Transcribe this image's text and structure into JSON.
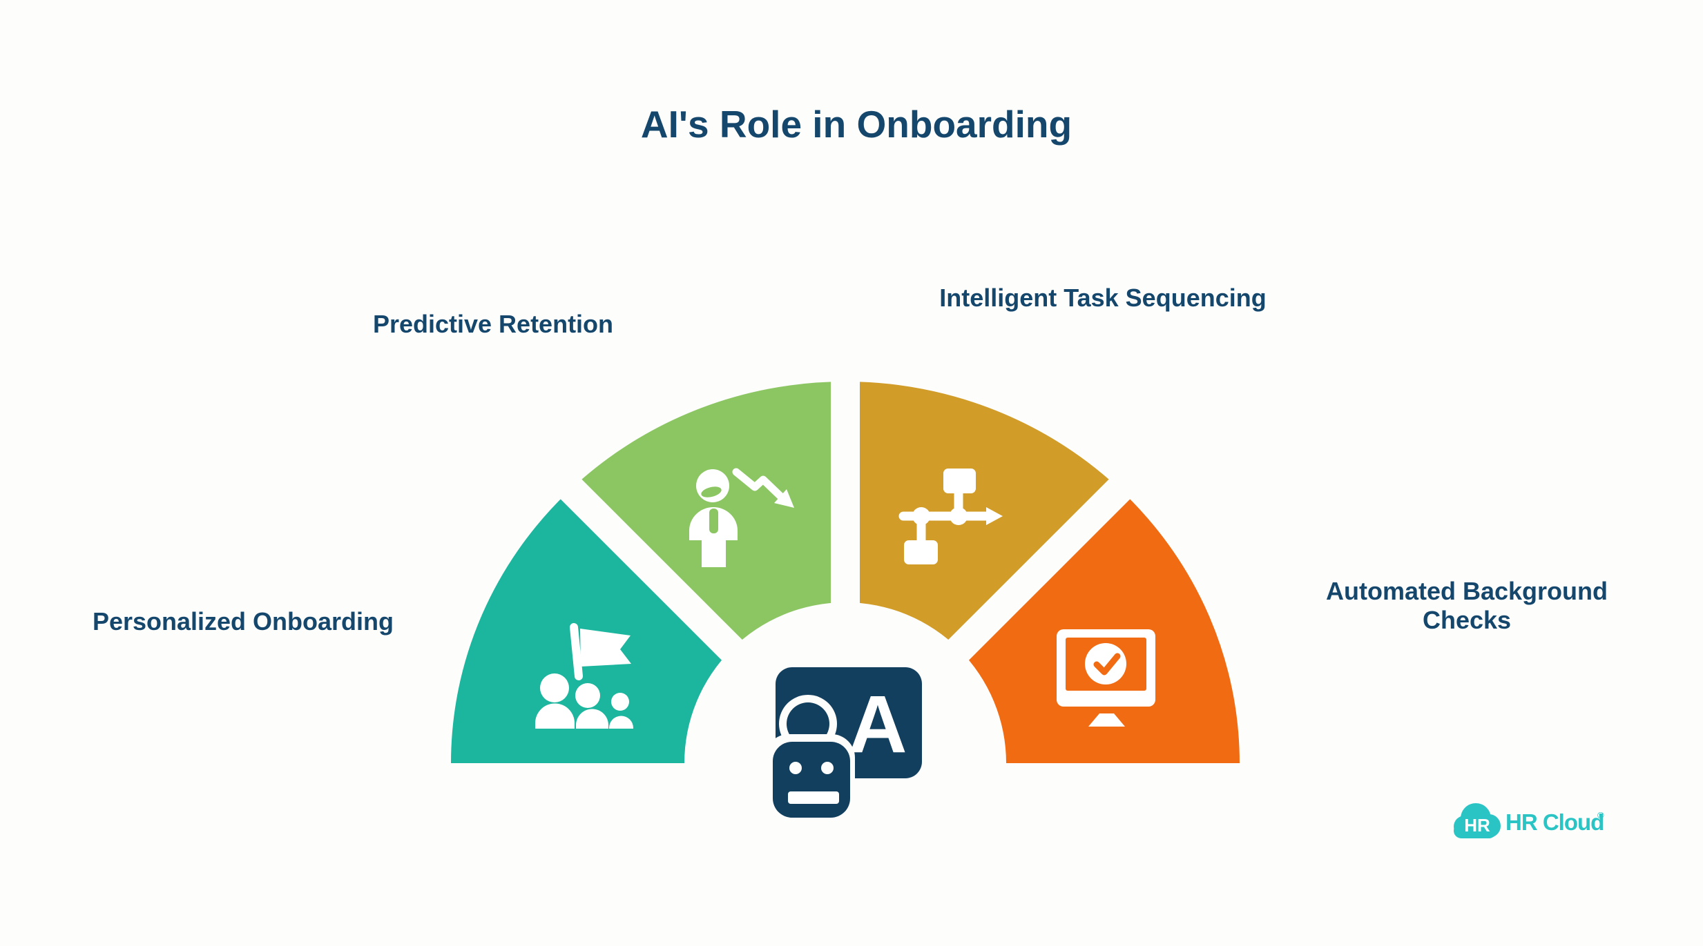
{
  "title": "AI's Role in Onboarding",
  "colors": {
    "background": "#FDFDFC",
    "text_navy": "#15466B",
    "icon_navy": "#123F5E"
  },
  "chart": {
    "type": "semicircular-fan-diagram",
    "center_icon": "ai-robot-chat-icon",
    "center_icon_letter": "A",
    "segments": [
      {
        "label": "Personalized Onboarding",
        "color": "#1CB59E",
        "icon": "team-flag-icon"
      },
      {
        "label": "Predictive Retention",
        "color": "#8CC663",
        "icon": "person-decline-arrow-icon"
      },
      {
        "label": "Intelligent Task Sequencing",
        "color": "#D19C27",
        "icon": "flowchart-icon"
      },
      {
        "label": "Automated Background Checks",
        "color": "#F16B13",
        "icon": "monitor-check-icon"
      }
    ]
  },
  "logo": {
    "badge_text": "HR",
    "brand_text": "HR Cloud",
    "registered_mark": "®",
    "color": "#2BC4C4"
  }
}
